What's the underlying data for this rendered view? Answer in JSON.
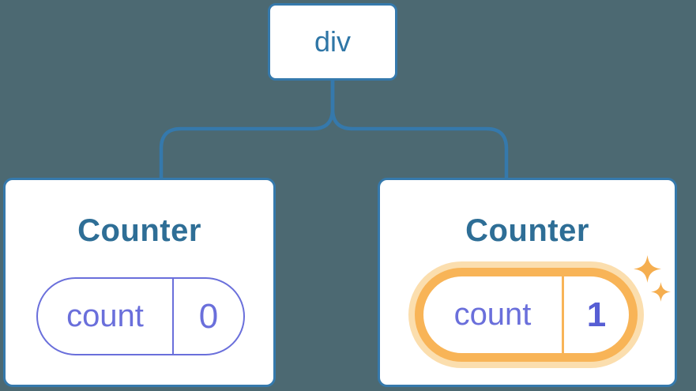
{
  "colors": {
    "background": "#4C6972",
    "line_blue": "#3579AC",
    "node_text_blue": "#2F76A6",
    "title_blue": "#2E6E96",
    "state_purple": "#6A6FDB",
    "value_purple": "#575ED4",
    "highlight_orange": "#F8B457",
    "highlight_halo": "#FBDEAE",
    "sparkle_orange": "#F5AE4F",
    "card_bg": "#FFFFFF"
  },
  "tree": {
    "root": {
      "label": "div"
    },
    "children": [
      {
        "title": "Counter",
        "state": {
          "name": "count",
          "value": "0",
          "highlighted": false
        }
      },
      {
        "title": "Counter",
        "state": {
          "name": "count",
          "value": "1",
          "highlighted": true
        }
      }
    ]
  },
  "icons": [
    {
      "name": "sparkle-icon-large",
      "meaning": "state updated sparkle"
    },
    {
      "name": "sparkle-icon-small",
      "meaning": "state updated sparkle"
    }
  ]
}
